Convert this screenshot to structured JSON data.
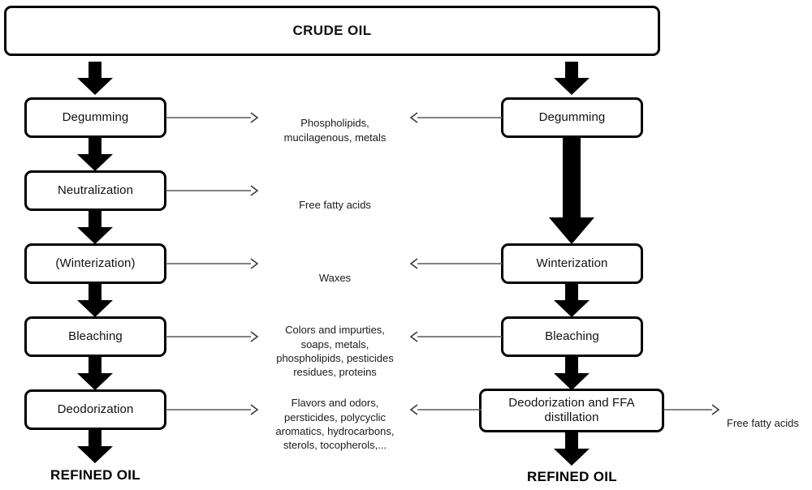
{
  "diagram": {
    "title": "CRUDE OIL",
    "type": "flowchart",
    "header": {
      "label": "CRUDE OIL"
    },
    "columns": [
      {
        "name": "chemical-refining",
        "steps": [
          {
            "label": "Degumming"
          },
          {
            "label": "Neutralization"
          },
          {
            "label": "(Winterization)"
          },
          {
            "label": "Bleaching"
          },
          {
            "label": "Deodorization"
          }
        ],
        "output": "REFINED OIL"
      },
      {
        "name": "physical-refining",
        "steps": [
          {
            "label": "Degumming"
          },
          {
            "label": "Winterization"
          },
          {
            "label": "Bleaching"
          },
          {
            "label": "Deodorization and FFA distillation"
          }
        ],
        "output": "REFINED OIL"
      }
    ],
    "byproducts": [
      {
        "id": "degumming-byproducts",
        "text": "Phospholipids,\nmucilagenous, metals"
      },
      {
        "id": "neutralization-byproducts",
        "text": "Free fatty acids"
      },
      {
        "id": "winterization-byproducts",
        "text": "Waxes"
      },
      {
        "id": "bleaching-byproducts",
        "text": "Colors and impurties,\nsoaps, metals,\nphospholipids,  pesticides\nresidues, proteins"
      },
      {
        "id": "deodorization-byproducts",
        "text": "Flavors and odors,\npersticides, polycyclic\naromatics, hydrocarbons,\nsterols, tocopherols,..."
      }
    ],
    "far_right_byproduct": {
      "id": "ffa-distillate",
      "text": "Free fatty acids"
    },
    "colors": {
      "box_border": "#000000",
      "box_fill": "#ffffff",
      "block_arrow": "#000000",
      "thin_arrow": "#595959",
      "text": "#1a1a1a",
      "background": "#ffffff"
    }
  }
}
